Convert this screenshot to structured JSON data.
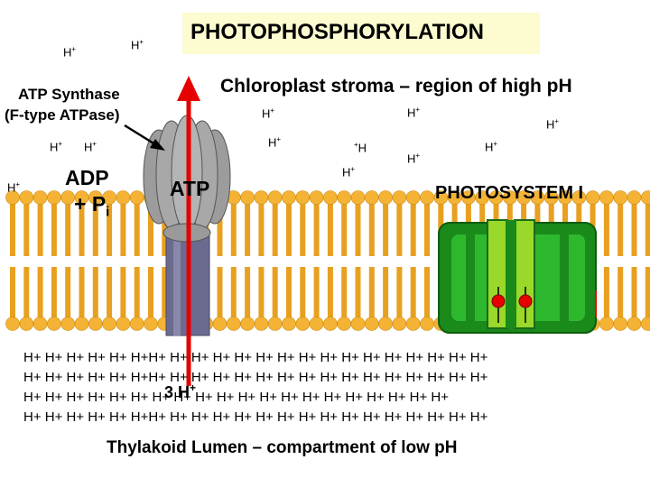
{
  "title": "PHOTOPHOSPHORYLATION",
  "stroma_label": "Chloroplast stroma – region of high pH",
  "synthase_label_line1": "ATP Synthase",
  "synthase_label_line2": "(F-type ATPase)",
  "adp_label": "ADP",
  "pi_label": "+ P",
  "pi_sub": "i",
  "atp_label": "ATP",
  "photosystem_label": "PHOTOSYSTEM I",
  "lumen_label": "Thylakoid Lumen – compartment of low pH",
  "proton_count_label": "3 H",
  "proton_sup": "+",
  "proton_h": "H",
  "lumen_rows": [
    "H+ H+ H+ H+ H+ H+H+ H+ H+ H+ H+ H+ H+ H+ H+ H+ H+ H+ H+ H+ H+ H+",
    "H+ H+ H+ H+ H+ H+H+ H+ H+ H+ H+ H+ H+ H+ H+ H+ H+ H+ H+ H+ H+ H+",
    "H+ H+ H+ H+ H+ H+ H+ H+ H+ H+ H+ H+ H+ H+ H+ H+ H+ H+ H+ H+",
    "H+ H+ H+ H+ H+ H+H+ H+ H+ H+ H+ H+ H+ H+ H+ H+ H+ H+ H+ H+ H+ H+"
  ],
  "colors": {
    "title_box": "#fdfbd0",
    "membrane_head": "#f5b335",
    "membrane_tail": "#e8a020",
    "photosystem_outer": "#1a8a1a",
    "photosystem_inner": "#2eb82e",
    "helix": "#9ad82a",
    "cofactor": "#e60000",
    "arrow": "#e60000",
    "synthase_head": "#a8a8a8",
    "synthase_stalk": "#6b6b8f"
  }
}
